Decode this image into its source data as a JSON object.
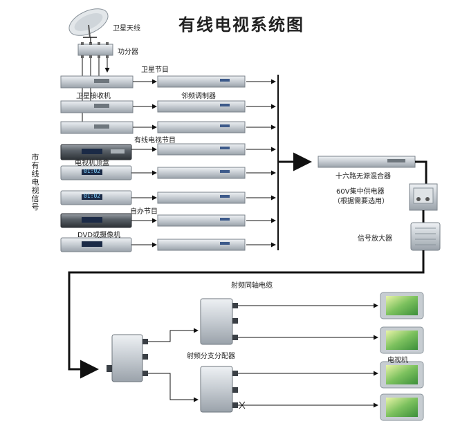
{
  "title": "有线电视系统图",
  "labels": {
    "satellite_antenna": "卫星天线",
    "power_splitter": "功分器",
    "satellite_programs": "卫星节目",
    "satellite_receiver": "卫星接收机",
    "adjacent_modulator": "邻频调制器",
    "cable_programs": "有线电视节目",
    "set_top_box": "电视机顶盒",
    "city_cable_signal": "市有线电视信号",
    "own_programs": "自办节目",
    "dvd_camera": "DVD或摄像机",
    "combiner": "十六路无源混合器",
    "power_supply_line1": "60V集中供电器",
    "power_supply_line2": "（根据需要选用）",
    "amplifier": "信号放大器",
    "coax_cable": "射频同轴电缆",
    "splitter": "射频分支分配器",
    "tv": "电视机"
  },
  "device_text": {
    "stb_display": "01:02",
    "stb_display_2": "01:02"
  },
  "colors": {
    "line": "#111111",
    "device_silver": "#c8cdd2",
    "device_dark": "#3a3f45",
    "tv_frame": "#bfc6cc",
    "tv_screen": "#7fc36a"
  }
}
